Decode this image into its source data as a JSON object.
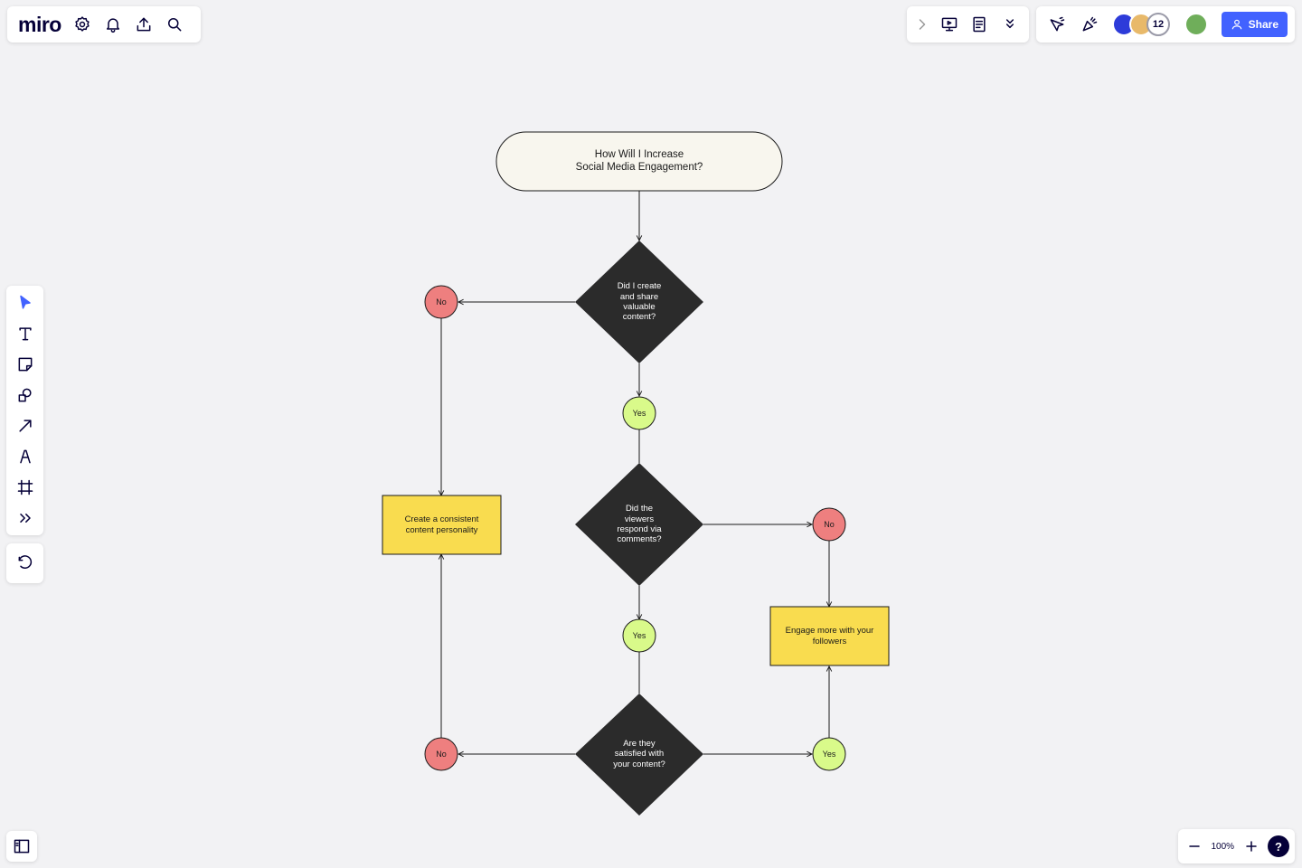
{
  "app": {
    "logo": "miro"
  },
  "top_right": {
    "collaborator_count": "12",
    "share_label": "Share"
  },
  "zoom": {
    "level": "100%",
    "help_label": "?"
  },
  "flowchart": {
    "start": "How Will I Increase\nSocial Media Engagement?",
    "decision1": "Did I create\nand share\nvaluable\ncontent?",
    "decision2": "Did the\nviewers\nrespond via\ncomments?",
    "decision3": "Are they\nsatisfied with\nyour content?",
    "action_left": "Create a consistent\ncontent personality",
    "action_right": "Engage more with your\nfollowers",
    "yes": "Yes",
    "no": "No"
  },
  "colors": {
    "start_fill": "#f8f6ee",
    "decision_fill": "#2b2b2b",
    "action_fill": "#f9dc4f",
    "yes_fill": "#d9fa8a",
    "no_fill": "#ee7f7f",
    "accent": "#4262ff"
  }
}
